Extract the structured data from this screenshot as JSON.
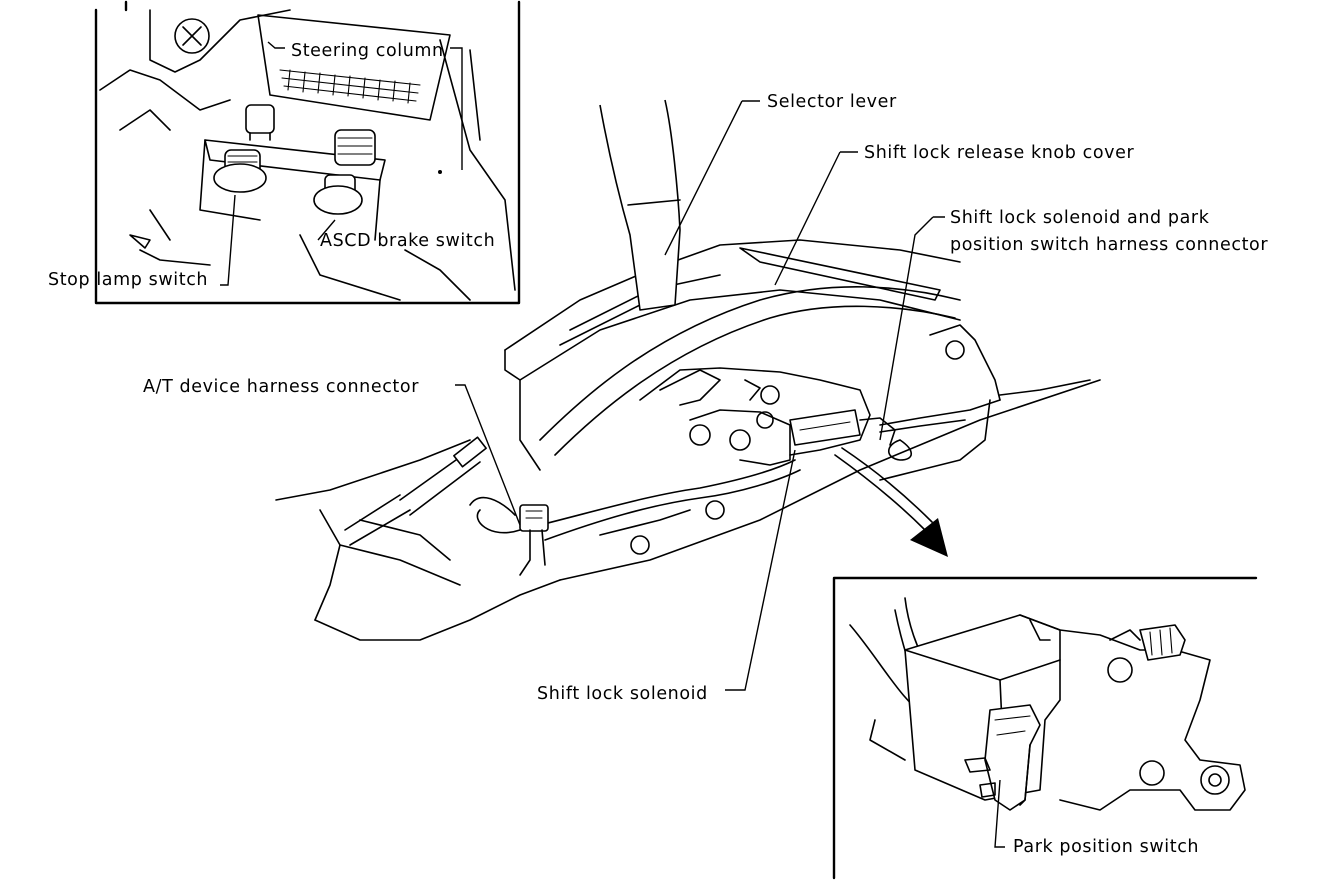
{
  "labels": {
    "steering_column": "Steering column",
    "asc_brake_switch": "ASCD brake switch",
    "stop_lamp_switch": "Stop lamp switch",
    "selector_lever": "Selector lever",
    "shift_lock_release_knob_cover": "Shift lock release knob cover",
    "shift_lock_solenoid_connector_line1": "Shift lock solenoid and park",
    "shift_lock_solenoid_connector_line2": "position switch harness connector",
    "at_device_harness_connector": "A/T device harness connector",
    "shift_lock_solenoid": "Shift lock solenoid",
    "park_position_switch": "Park position switch"
  }
}
